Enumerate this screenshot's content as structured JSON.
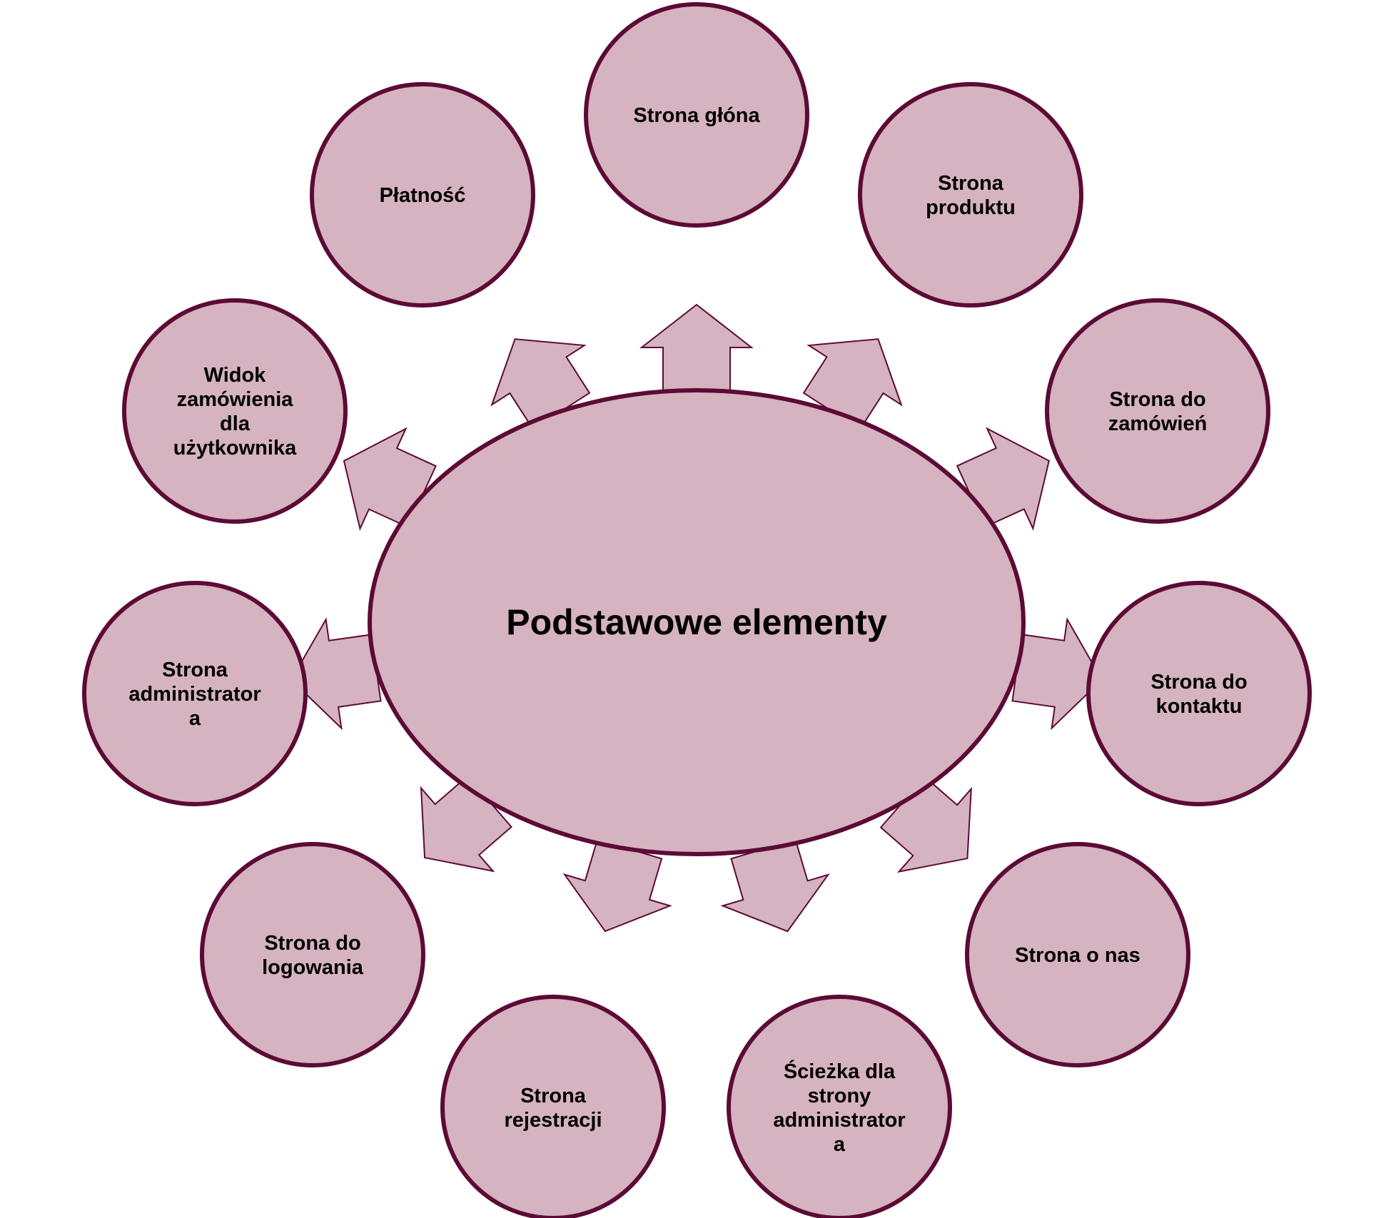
{
  "colors": {
    "fill": "#d5b3c0",
    "stroke": "#5c0a36",
    "text": "#000000",
    "background": "#ffffff"
  },
  "center": {
    "label": "Podstawowe elementy"
  },
  "nodes": [
    {
      "id": "strona-glona",
      "label": "Strona głóna"
    },
    {
      "id": "strona-produktu",
      "label": "Strona\nproduktu"
    },
    {
      "id": "strona-do-zamowien",
      "label": "Strona do\nzamówień"
    },
    {
      "id": "strona-do-kontaktu",
      "label": "Strona do\nkontaktu"
    },
    {
      "id": "strona-o-nas",
      "label": "Strona o nas"
    },
    {
      "id": "sciezka-admin",
      "label": "Ścieżka dla\nstrony\nadministrator\na"
    },
    {
      "id": "strona-rejestracji",
      "label": "Strona\nrejestracji"
    },
    {
      "id": "strona-do-logowania",
      "label": "Strona do\nlogowania"
    },
    {
      "id": "strona-administratora",
      "label": "Strona\nadministrator\na"
    },
    {
      "id": "widok-zamowienia",
      "label": "Widok\nzamówienia\ndla\nużytkownika"
    },
    {
      "id": "platnosc",
      "label": "Płatność"
    }
  ]
}
